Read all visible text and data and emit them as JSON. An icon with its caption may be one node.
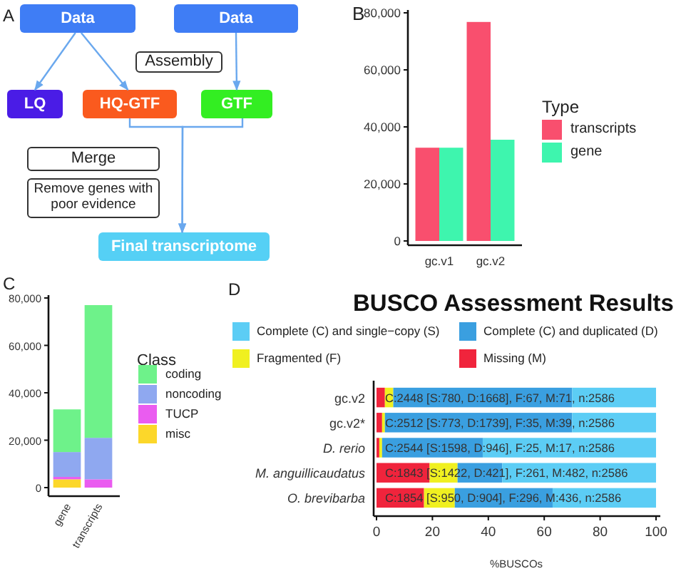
{
  "diagram": {
    "nodes": [
      {
        "text": [
          "Data"
        ]
      },
      {
        "text": [
          "Data"
        ]
      },
      {
        "text": [
          "Assembly"
        ]
      },
      {
        "text": [
          "LQ"
        ]
      },
      {
        "text": [
          "HQ-GTF"
        ]
      },
      {
        "text": [
          "GTF"
        ]
      },
      {
        "text": [
          "Merge"
        ]
      },
      {
        "text": [
          "Remove genes with poor evidence"
        ]
      },
      {
        "text": [
          "Final transcriptome"
        ]
      }
    ],
    "edges": [
      {
        "from": 0,
        "to": 3,
        "arrow": "to"
      },
      {
        "from": 0,
        "to": 4,
        "arrow": "to"
      },
      {
        "from": 1,
        "to": 5,
        "arrow": "to"
      },
      {
        "from": 4,
        "to": 8,
        "arrow": "to"
      },
      {
        "from": 5,
        "to": 8,
        "arrow": "to"
      }
    ],
    "labels": [
      "A",
      "B",
      "Type",
      "C",
      "Class",
      "D"
    ],
    "chart_data": [
      {
        "type": "bar",
        "categories": [
          "gc.v1",
          "gc.v2"
        ],
        "series": [
          {
            "name": "transcripts",
            "color": "#f94f6e",
            "values": [
              32700,
              76800
            ]
          },
          {
            "name": "gene",
            "color": "#3ef5ae",
            "values": [
              32700,
              35500
            ]
          }
        ],
        "ylim": [
          0,
          80000
        ],
        "yticks": [
          {
            "value": 0,
            "label": "0"
          },
          {
            "value": 20000,
            "label": "20,000"
          },
          {
            "value": 40000,
            "label": "40,000"
          },
          {
            "value": 60000,
            "label": "60,000"
          },
          {
            "value": 80000,
            "label": "80,000"
          }
        ]
      },
      {
        "type": "bar",
        "stacked": true,
        "categories": [
          "gene",
          "transcripts"
        ],
        "series": [
          {
            "name": "coding",
            "color": "#6ef28a",
            "values": [
              18000,
              56000
            ]
          },
          {
            "name": "noncoding",
            "color": "#8fa8f0",
            "values": [
              10500,
              17500
            ]
          },
          {
            "name": "TUCP",
            "color": "#ea5cf0",
            "values": [
              1000,
              3500
            ]
          },
          {
            "name": "misc",
            "color": "#fcd72a",
            "values": [
              3500,
              0
            ]
          }
        ],
        "ylim": [
          0,
          80000
        ],
        "yticks": [
          {
            "value": 0,
            "label": "0"
          },
          {
            "value": 20000,
            "label": "20,000"
          },
          {
            "value": 40000,
            "label": "40,000"
          },
          {
            "value": 60000,
            "label": "60,000"
          },
          {
            "value": 80000,
            "label": "80,000"
          }
        ]
      },
      {
        "type": "bar",
        "orientation": "horizontal",
        "stacked": true,
        "title": "BUSCO Assessment Results",
        "xlabel": "%BUSCOs",
        "categories": [
          "gc.v2",
          "gc.v2*",
          "D. rerio",
          "M. anguillicaudatus",
          "O. brevibarba"
        ],
        "series": [
          {
            "name": "Missing (M)",
            "color": "#f0243c",
            "values": [
              3,
              2,
              1,
              19,
              17
            ]
          },
          {
            "name": "Fragmented (F)",
            "color": "#f0f020",
            "values": [
              3,
              1,
              1,
              10,
              11
            ]
          },
          {
            "name": "Complete (C) and duplicated (D)",
            "color": "#3a9fe0",
            "values": [
              64,
              67,
              36,
              16,
              35
            ]
          },
          {
            "name": "Complete (C) and single−copy (S)",
            "color": "#5ccdf5",
            "values": [
              30,
              30,
              62,
              55,
              37
            ]
          }
        ],
        "xlim": [
          0,
          100
        ],
        "xticks": [
          0,
          20,
          40,
          60,
          80,
          100
        ],
        "annotations": [
          "C:2448 [S:780, D:1668], F:67, M:71, n:2586",
          "C:2512 [S:773, D:1739], F:35, M:39, n:2586",
          "C:2544 [S:1598, D:946], F:25, M:17, n:2586",
          "C:1843 [S:1422, D:421], F:261, M:482, n:2586",
          "C:1854 [S:950, D:904], F:296, M:436, n:2586"
        ]
      }
    ]
  }
}
